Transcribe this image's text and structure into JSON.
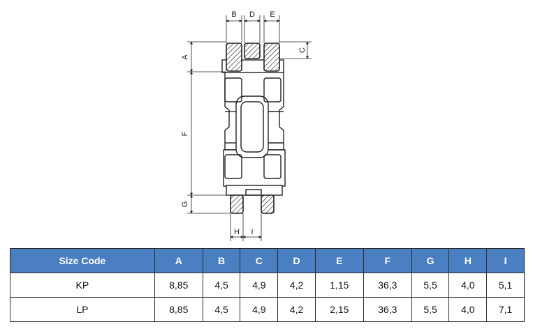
{
  "drawing": {
    "dimension_labels": {
      "A": "A",
      "B": "B",
      "C": "C",
      "D": "D",
      "E": "E",
      "F": "F",
      "G": "G",
      "H": "H",
      "I": "I"
    }
  },
  "table": {
    "headers": [
      "Size Code",
      "A",
      "B",
      "C",
      "D",
      "E",
      "F",
      "G",
      "H",
      "I"
    ],
    "rows": [
      [
        "KP",
        "8,85",
        "4,5",
        "4,9",
        "4,2",
        "1,15",
        "36,3",
        "5,5",
        "4,0",
        "5,1"
      ],
      [
        "LP",
        "8,85",
        "4,5",
        "4,9",
        "4,2",
        "2,15",
        "36,3",
        "5,5",
        "4,0",
        "7,1"
      ]
    ]
  },
  "colors": {
    "header_bg": "#4a7fc1",
    "header_text": "#ffffff",
    "grid_line": "#2b2b2b",
    "drawing_line": "#222222"
  }
}
